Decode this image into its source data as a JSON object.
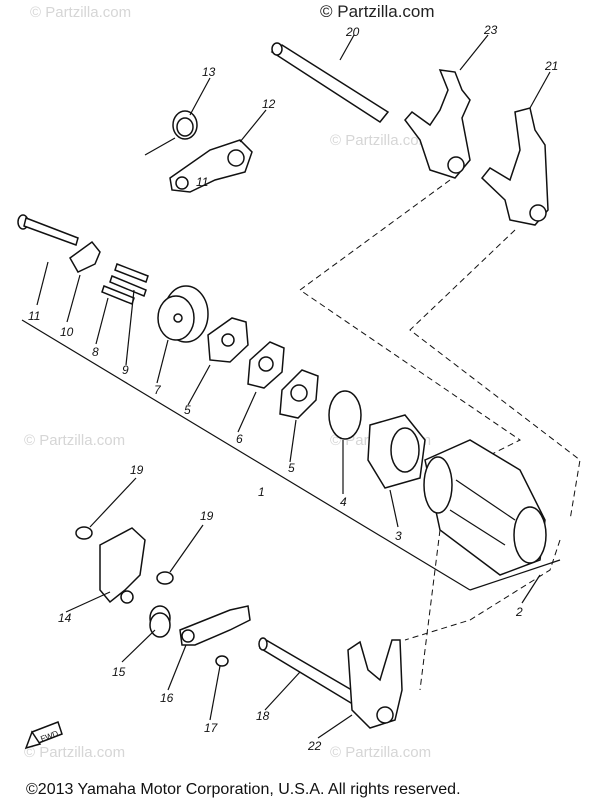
{
  "watermarks": {
    "top_right": "© Partzilla.com",
    "faint": [
      "© Partzilla.com",
      "© Partzilla.com",
      "© Partzilla.com",
      "© Partzilla.com",
      "© Partzilla.com",
      "© Partzilla.com"
    ]
  },
  "callouts": {
    "c1": "1",
    "c2": "2",
    "c3": "3",
    "c4": "4",
    "c5a": "5",
    "c5b": "5",
    "c6": "6",
    "c7": "7",
    "c8": "8",
    "c9": "9",
    "c10": "10",
    "c11a": "11",
    "c11b": "11",
    "c12": "12",
    "c13": "13",
    "c14": "14",
    "c15": "15",
    "c16": "16",
    "c17": "17",
    "c18": "18",
    "c19a": "19",
    "c19b": "19",
    "c20": "20",
    "c21": "21",
    "c22": "22",
    "c23": "23"
  },
  "fwd_label": "FWD",
  "copyright": "©2013 Yamaha Motor Corporation, U.S.A. All rights reserved."
}
